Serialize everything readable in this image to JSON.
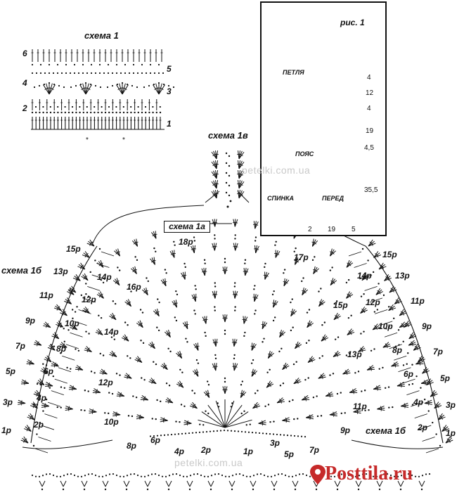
{
  "labels": {
    "schema1": "схема 1",
    "schema1v": "схема 1в",
    "schema1a": "схема 1а",
    "schema1b_left": "схема 1б",
    "schema1b_right": "схема 1б",
    "fig1": "рис. 1"
  },
  "schema1_rows": {
    "r1": "1",
    "r2": "2",
    "r3": "3",
    "r4": "4",
    "r5": "5",
    "r6": "6"
  },
  "fig1": {
    "loop": "ПЕТЛЯ",
    "belt": "ПОЯС",
    "back": "СПИНКА",
    "front": "ПЕРЕД",
    "vertical_dims": [
      "4",
      "12",
      "4",
      "19",
      "4,5",
      "35,5"
    ],
    "horizontal_dims": [
      "2",
      "19",
      "5"
    ]
  },
  "left_rows": [
    "15р",
    "14р",
    "13р",
    "12р",
    "11р",
    "10р",
    "9р",
    "8р",
    "7р",
    "6р",
    "5р",
    "4р",
    "3р",
    "2р",
    "1р"
  ],
  "right_rows": [
    "15р",
    "14р",
    "13р",
    "12р",
    "11р",
    "10р",
    "9р",
    "8р",
    "7р",
    "6р",
    "5р",
    "4р",
    "3р",
    "2р",
    "1р"
  ],
  "center_rows": {
    "r1": "1р",
    "r2": "2р",
    "r3": "3р",
    "r4": "4р",
    "r5": "5р",
    "r6": "6р",
    "r7": "7р",
    "r8": "8р",
    "r9": "9р",
    "r10": "10р",
    "r11": "11р",
    "r12": "12р",
    "r13": "13р",
    "r14": "14р",
    "r15": "15р",
    "r16": "16р",
    "r17": "17р",
    "r18": "18р"
  },
  "watermarks": [
    "petelki.com.ua",
    "petelki.com.ua"
  ],
  "brand": "Posttila.ru",
  "colors": {
    "ink": "#111111",
    "brand": "#c62a2a",
    "watermark": "#c9c9c9"
  }
}
